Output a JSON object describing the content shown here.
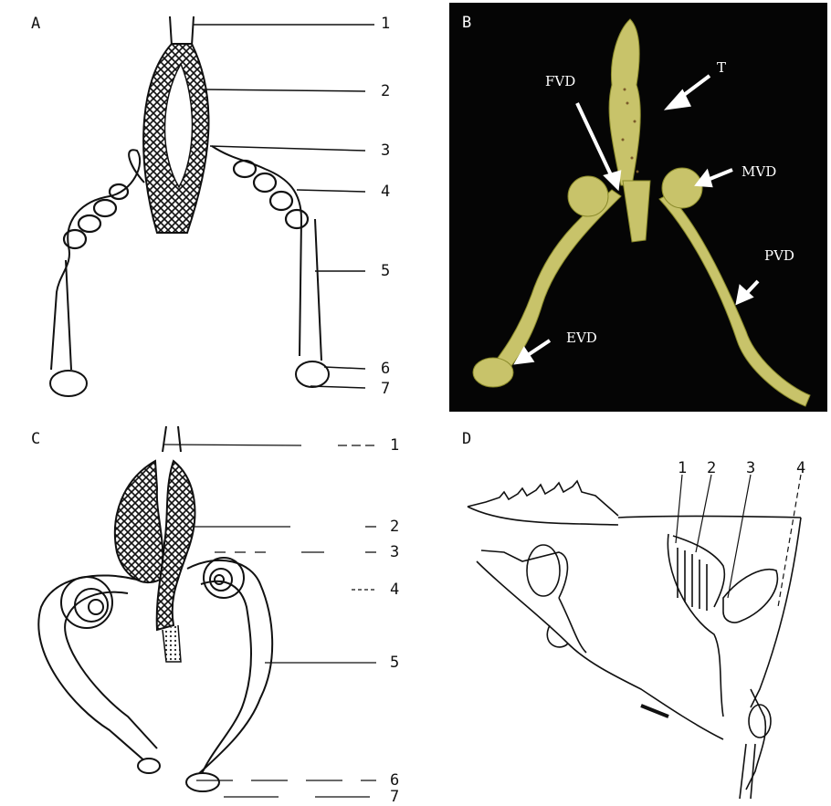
{
  "panels": {
    "a": {
      "label": "A",
      "callouts": [
        "1",
        "2",
        "3",
        "4",
        "5",
        "6",
        "7"
      ]
    },
    "b": {
      "label": "B",
      "callouts": [
        "T",
        "FVD",
        "MVD",
        "PVD",
        "EVD"
      ]
    },
    "c": {
      "label": "C",
      "callouts": [
        "1",
        "2",
        "3",
        "4",
        "5",
        "6",
        "7"
      ]
    },
    "d": {
      "label": "D",
      "callouts": [
        "1",
        "2",
        "3",
        "4"
      ]
    }
  },
  "colors": {
    "photo_bg": "#050505",
    "tissue": "#c8c36a",
    "tissue_dark": "#8a8a2a",
    "ink": "#111111"
  }
}
